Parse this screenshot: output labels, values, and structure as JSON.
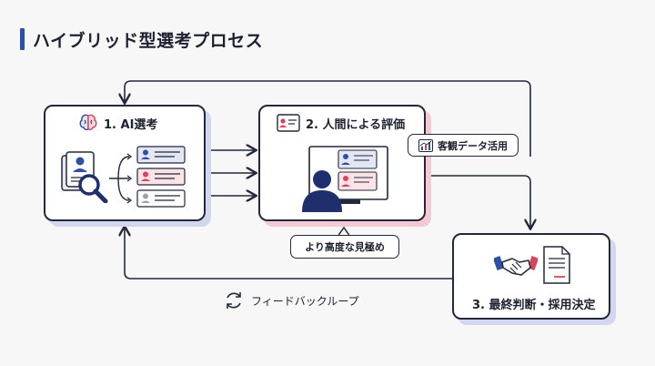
{
  "title": "ハイブリッド型選考プロセス",
  "steps": [
    {
      "label": "1. AI選考"
    },
    {
      "label": "2. 人間による評価"
    },
    {
      "label": "3. 最終判断・採用決定"
    }
  ],
  "bubbles": {
    "objective_data": "客観データ活用",
    "better_judgment": "より高度な見極め"
  },
  "feedback_loop": "フィードバックループ",
  "colors": {
    "accent": "#2f4fa6",
    "outline": "#23283a",
    "blue_shadow": "#d2d6ef",
    "pink_shadow": "#f3c9d3",
    "pink": "#d6455d",
    "navy_figure": "#1f2e6d"
  }
}
